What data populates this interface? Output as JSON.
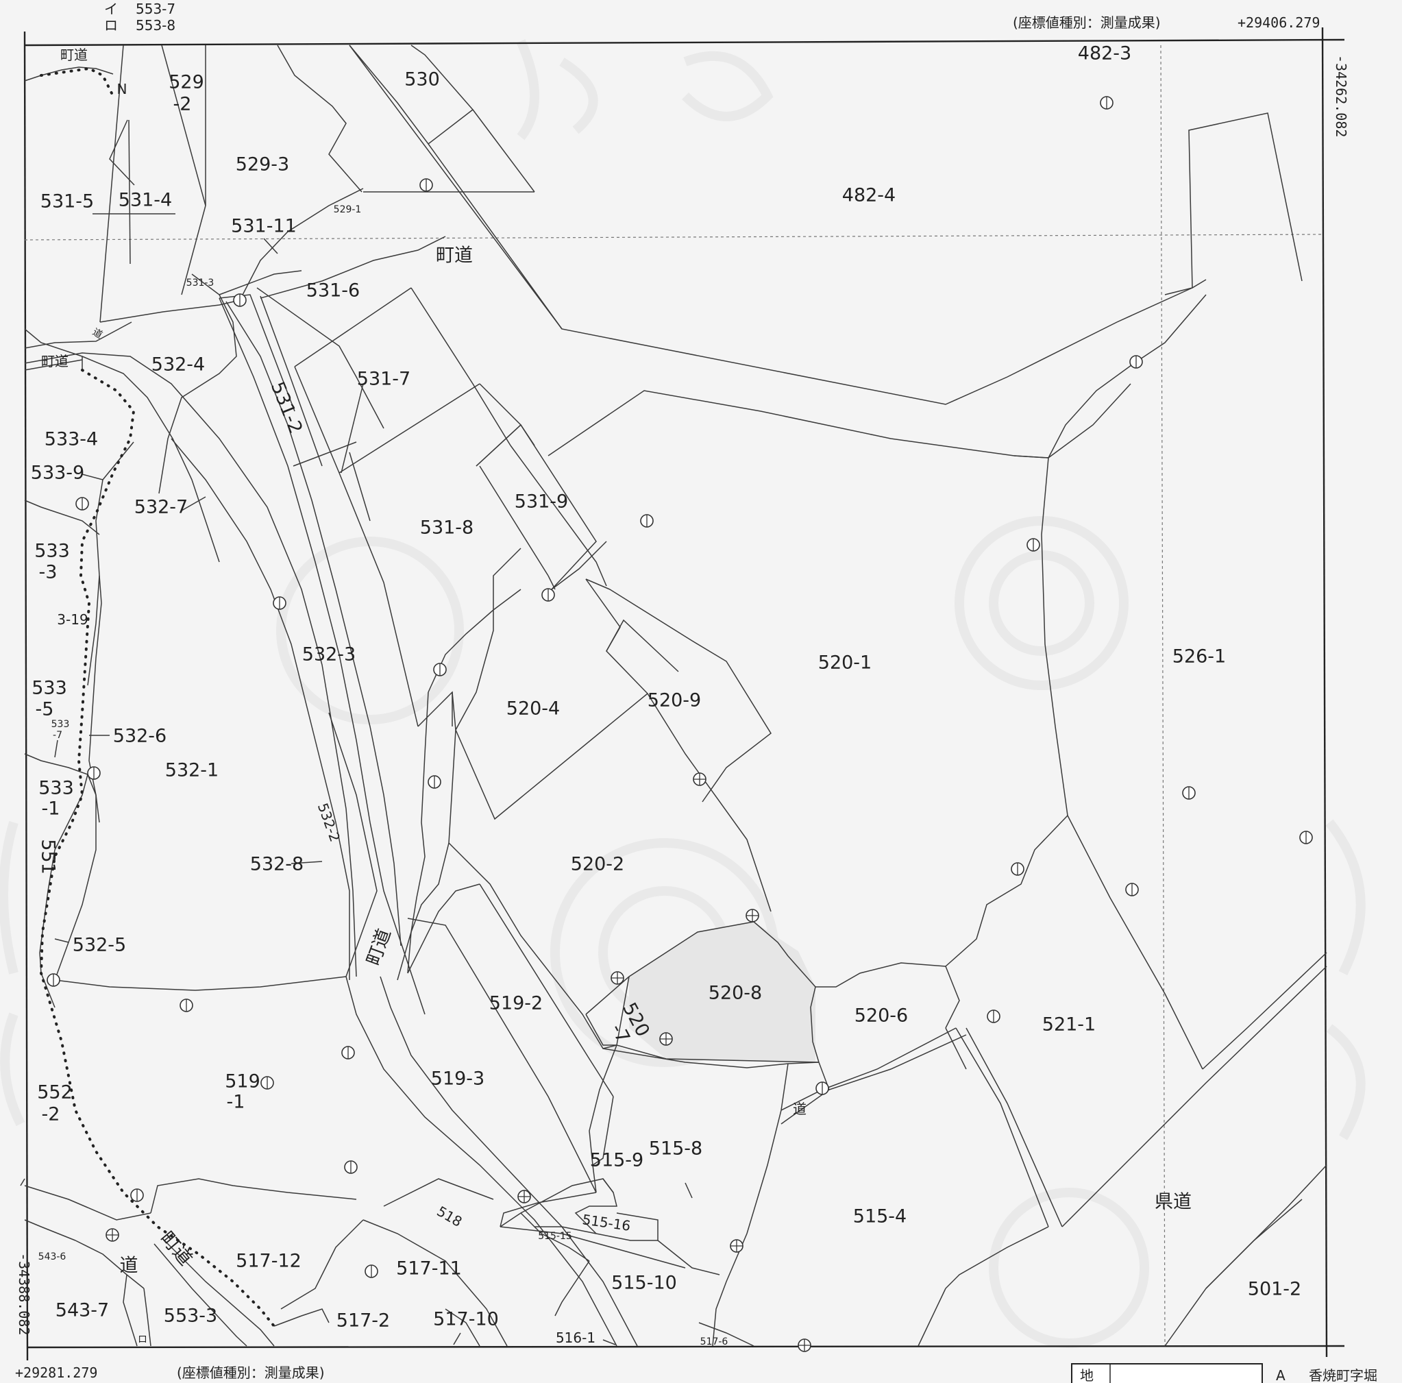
{
  "header": {
    "index_top": "イ",
    "index_bottom": "ロ",
    "index_top_parcel": "553-7",
    "index_bottom_parcel": "553-8",
    "coord_type_note": "(座標値種別：測量成果)",
    "x_east": "+29406.279",
    "y_north": "-34262.082"
  },
  "footer": {
    "x_west": "+29281.279",
    "coord_type_note": "(座標値種別：測量成果)",
    "y_south": "-34388.082",
    "legend_char": "地",
    "legend_corner": "A",
    "place_name": "香焼町字堀"
  },
  "north_arrow": {
    "label": "N"
  },
  "parcels": [
    {
      "id": "529-2a",
      "text": "529"
    },
    {
      "id": "529-2b",
      "text": "-2"
    },
    {
      "id": "530",
      "text": "530"
    },
    {
      "id": "482-3",
      "text": "482-3"
    },
    {
      "id": "482-4",
      "text": "482-4"
    },
    {
      "id": "529-3",
      "text": "529-3"
    },
    {
      "id": "531-5",
      "text": "531-5"
    },
    {
      "id": "531-4",
      "text": "531-4"
    },
    {
      "id": "529-1",
      "text": "529-1"
    },
    {
      "id": "531-11",
      "text": "531-11"
    },
    {
      "id": "531-3",
      "text": "531-3"
    },
    {
      "id": "531-6",
      "text": "531-6"
    },
    {
      "id": "532-4",
      "text": "532-4"
    },
    {
      "id": "531-7",
      "text": "531-7"
    },
    {
      "id": "531-2",
      "text": "531-2"
    },
    {
      "id": "533-4",
      "text": "533-4"
    },
    {
      "id": "533-9",
      "text": "533-9"
    },
    {
      "id": "532-7",
      "text": "532-7"
    },
    {
      "id": "531-9",
      "text": "531-9"
    },
    {
      "id": "531-8",
      "text": "531-8"
    },
    {
      "id": "533-3a",
      "text": "533"
    },
    {
      "id": "533-3b",
      "text": "-3"
    },
    {
      "id": "3-19",
      "text": "3-19"
    },
    {
      "id": "532-3",
      "text": "532-3"
    },
    {
      "id": "520-1",
      "text": "520-1"
    },
    {
      "id": "526-1",
      "text": "526-1"
    },
    {
      "id": "520-4",
      "text": "520-4"
    },
    {
      "id": "520-9",
      "text": "520-9"
    },
    {
      "id": "533-5a",
      "text": "533"
    },
    {
      "id": "533-5b",
      "text": "-5"
    },
    {
      "id": "533-7a",
      "text": "533"
    },
    {
      "id": "533-7b",
      "text": "-7"
    },
    {
      "id": "532-6",
      "text": "532-6"
    },
    {
      "id": "532-1",
      "text": "532-1"
    },
    {
      "id": "533-1a",
      "text": "533"
    },
    {
      "id": "533-1b",
      "text": "-1"
    },
    {
      "id": "532-2",
      "text": "532-2"
    },
    {
      "id": "551",
      "text": "551"
    },
    {
      "id": "532-8",
      "text": "532-8"
    },
    {
      "id": "520-2",
      "text": "520-2"
    },
    {
      "id": "532-5",
      "text": "532-5"
    },
    {
      "id": "519-2",
      "text": "519-2"
    },
    {
      "id": "520-8",
      "text": "520-8"
    },
    {
      "id": "520-6",
      "text": "520-6"
    },
    {
      "id": "521-1",
      "text": "521-1"
    },
    {
      "id": "520-7a",
      "text": "520"
    },
    {
      "id": "520-7b",
      "text": "-7"
    },
    {
      "id": "519-1a",
      "text": "519"
    },
    {
      "id": "519-1b",
      "text": "-1"
    },
    {
      "id": "519-3",
      "text": "519-3"
    },
    {
      "id": "552-2a",
      "text": "552"
    },
    {
      "id": "552-2b",
      "text": "-2"
    },
    {
      "id": "515-9",
      "text": "515-9"
    },
    {
      "id": "515-8",
      "text": "515-8"
    },
    {
      "id": "518",
      "text": "518"
    },
    {
      "id": "515-16",
      "text": "515-16"
    },
    {
      "id": "515-15",
      "text": "515-15"
    },
    {
      "id": "515-4",
      "text": "515-4"
    },
    {
      "id": "543-6",
      "text": "543-6"
    },
    {
      "id": "517-12",
      "text": "517-12"
    },
    {
      "id": "517-11",
      "text": "517-11"
    },
    {
      "id": "515-10",
      "text": "515-10"
    },
    {
      "id": "501-2",
      "text": "501-2"
    },
    {
      "id": "543-7",
      "text": "543-7"
    },
    {
      "id": "553-3",
      "text": "553-3"
    },
    {
      "id": "517-2",
      "text": "517-2"
    },
    {
      "id": "517-10",
      "text": "517-10"
    },
    {
      "id": "516-1",
      "text": "516-1"
    },
    {
      "id": "517-6",
      "text": "517-6"
    },
    {
      "id": "small-ro",
      "text": "ロ"
    }
  ],
  "roads": [
    {
      "id": "town-road-nw",
      "text": "町道"
    },
    {
      "id": "town-road-top",
      "text": "町道"
    },
    {
      "id": "road-small-1",
      "text": "道"
    },
    {
      "id": "town-road-w",
      "text": "町道"
    },
    {
      "id": "town-road-mid",
      "text": "町道"
    },
    {
      "id": "road-small-2",
      "text": "道"
    },
    {
      "id": "prefectural-road",
      "text": "県道"
    },
    {
      "id": "road-sw",
      "text": "道"
    },
    {
      "id": "town-road-sw",
      "text": "町道"
    }
  ]
}
